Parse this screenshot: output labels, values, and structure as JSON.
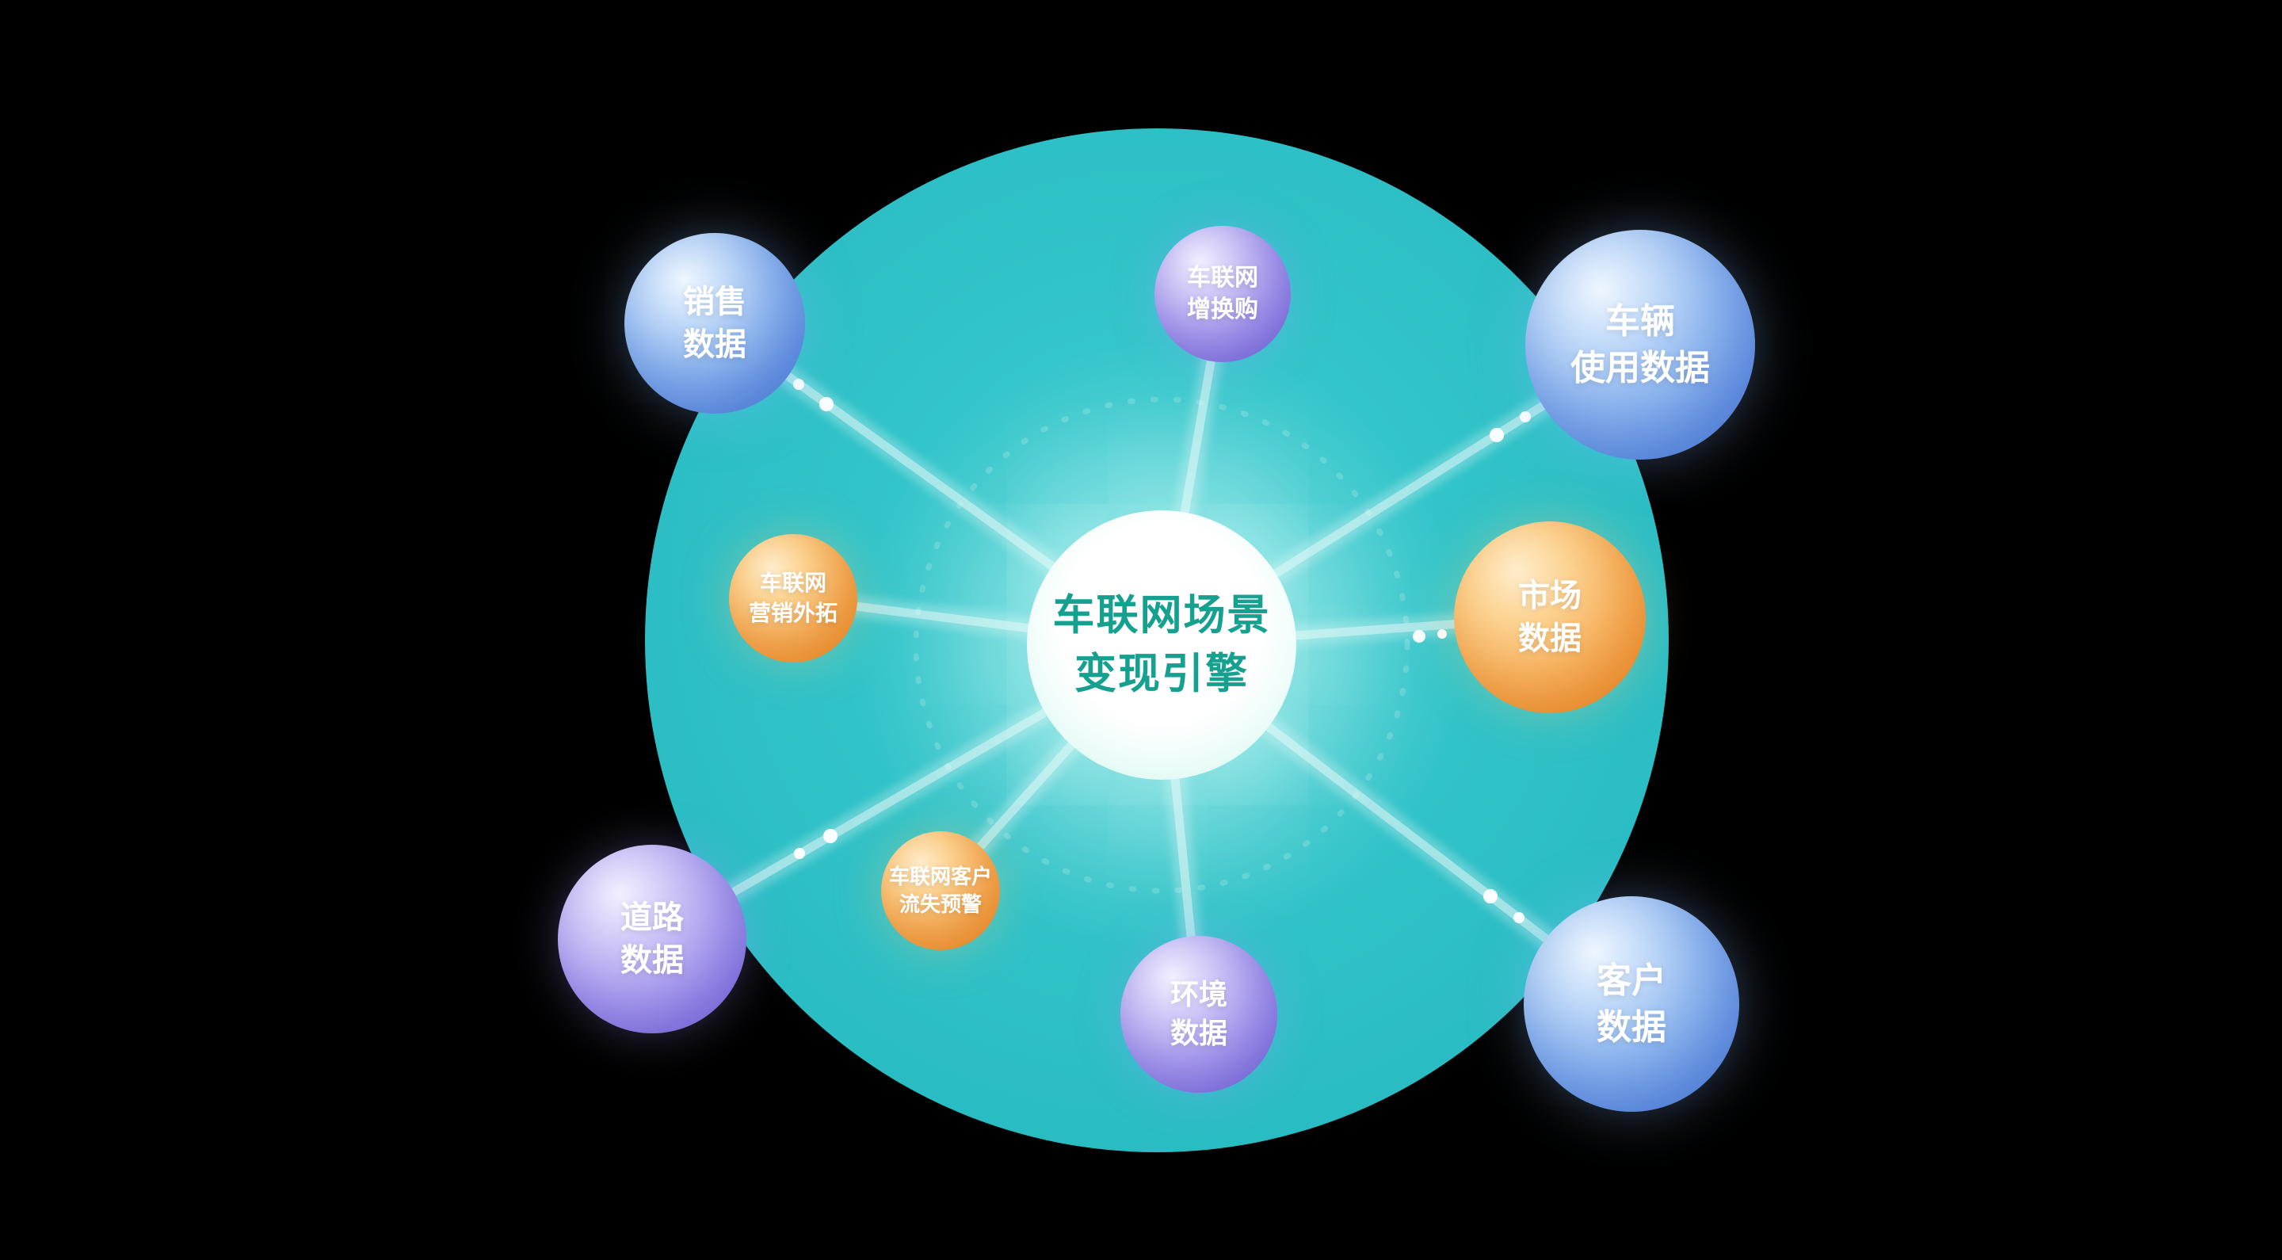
{
  "colors": {
    "background": "#000000",
    "teal_circle": "#2dc0c6",
    "center_text": "#15a090",
    "node_text": "#ffffff",
    "blue_sphere": "#6c9ae6",
    "purple_sphere": "#8d7ee6",
    "orange_sphere": "#f09637",
    "beam": "#ffffff"
  },
  "center": {
    "label": "车联网场景\n变现引擎"
  },
  "nodes": {
    "sales": {
      "label": "销售\n数据"
    },
    "trade_in": {
      "label": "车联网\n增换购"
    },
    "vehicle_usage": {
      "label": "车辆\n使用数据"
    },
    "marketing": {
      "label": "车联网\n营销外拓"
    },
    "market": {
      "label": "市场\n数据"
    },
    "churn": {
      "label": "车联网客户\n流失预警"
    },
    "road": {
      "label": "道路\n数据"
    },
    "environment": {
      "label": "环境\n数据"
    },
    "customer": {
      "label": "客户\n数据"
    }
  }
}
